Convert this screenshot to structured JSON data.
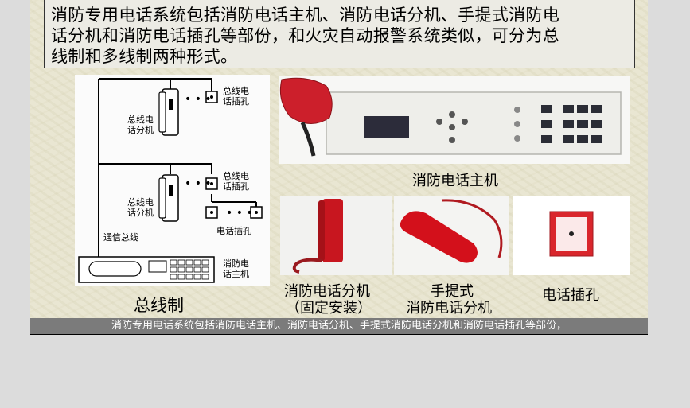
{
  "banner": {
    "line1": "消防专用电话系统包括消防电话主机、消防电话分机、手提式消防电",
    "line2": "话分机和消防电话插孔等部份，和火灾自动报警系统类似，可分为总",
    "line3": "线制和多线制两种形式。"
  },
  "diagram": {
    "label_zongxian_dianhua_1a": "总线电",
    "label_zongxian_dianhua_1b": "话插孔",
    "label_zongxian_dianhua_2a": "总线电",
    "label_zongxian_dianhua_2b": "话插孔",
    "label_fenji_1a": "总线电",
    "label_fenji_1b": "话分机",
    "label_fenji_2a": "总线电",
    "label_fenji_2b": "话分机",
    "label_jack": "电话插孔",
    "label_bus": "通信总线",
    "label_host_a": "消防电",
    "label_host_b": "话主机",
    "dots": "• • •",
    "title": "总线制"
  },
  "captions": {
    "host": "消防电话主机",
    "fixed_a": "消防电话分机",
    "fixed_b": "（固定安装）",
    "hand_a": "手提式",
    "hand_b": "消防电话分机",
    "jack": "电话插孔"
  },
  "footer": {
    "text": "消防专用电话系统包括消防电话主机、消防电话分机、手提式消防电话分机和消防电话插孔等部份，"
  }
}
